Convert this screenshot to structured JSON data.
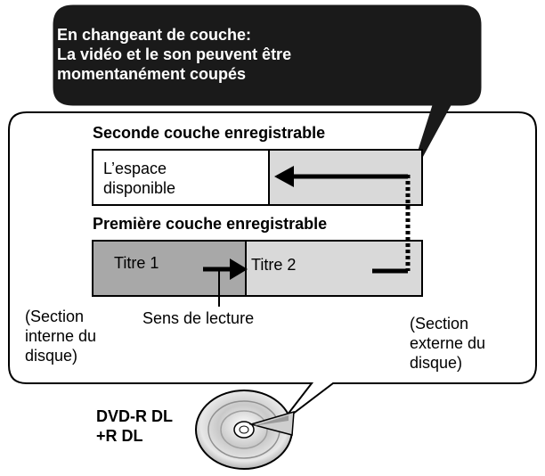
{
  "callout": {
    "lines": [
      "En changeant de couche:",
      "La vidéo et le son peuvent être",
      "momentanément coupés"
    ]
  },
  "second_layer": {
    "title": "Seconde couche enregistrable",
    "free_space_lines": [
      "L’espace",
      "disponible"
    ]
  },
  "first_layer": {
    "title": "Première couche enregistrable",
    "title1": "Titre 1",
    "title2": "Titre 2"
  },
  "play_direction": "Sens de lecture",
  "inner_section": [
    "(Section",
    "interne du",
    "disque)"
  ],
  "outer_section": [
    "(Section",
    "externe du",
    "disque)"
  ],
  "disc_label": [
    "DVD-R DL",
    "+R DL"
  ],
  "colors": {
    "callout_fill": "#1a1a1a",
    "light_gray": "#d9d9d9",
    "mid_gray": "#a8a8a8",
    "border": "#000000"
  }
}
